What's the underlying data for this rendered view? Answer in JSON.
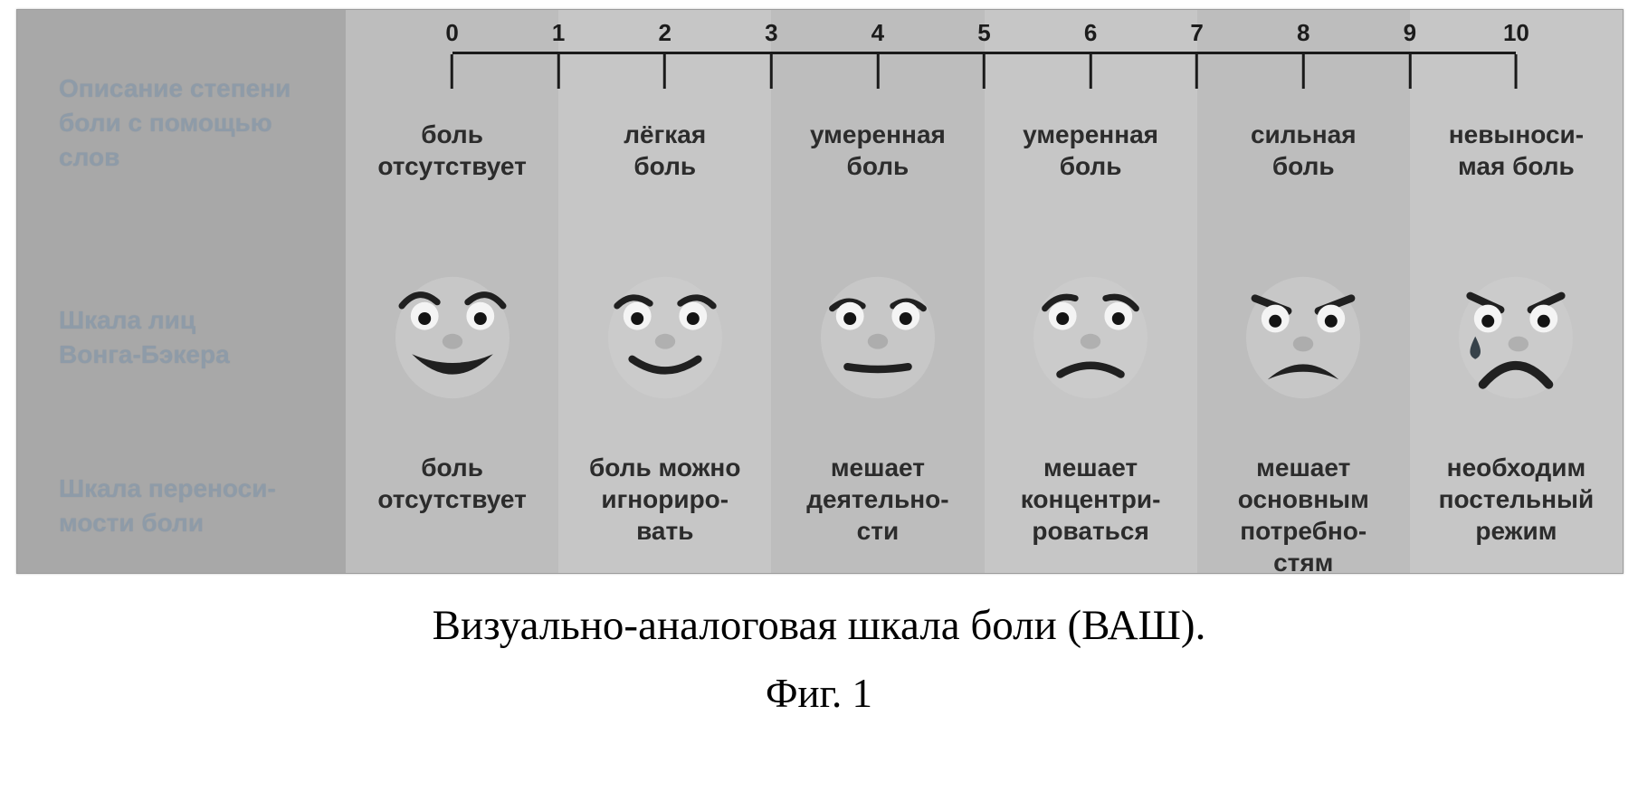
{
  "figure": {
    "caption": "Визуально-аналоговая шкала боли (ВАШ).",
    "label": "Фиг. 1"
  },
  "sidebar": {
    "words_label": "Описание степени\nболи с помощью\nслов",
    "faces_label": "Шкала лиц\nВонга-Бэкера",
    "tolerance_label": "Шкала переноси-\nмости боли"
  },
  "scale": {
    "ticks": [
      "0",
      "1",
      "2",
      "3",
      "4",
      "5",
      "6",
      "7",
      "8",
      "9",
      "10"
    ]
  },
  "columns": [
    {
      "word": "боль\nотсутствует",
      "face_icon": "smiling-wide-face-icon",
      "tolerance": "боль\nотсутствует"
    },
    {
      "word": "лёгкая\nболь",
      "face_icon": "smiling-face-icon",
      "tolerance": "боль можно\nигнориро-\nвать"
    },
    {
      "word": "умеренная\nболь",
      "face_icon": "neutral-face-icon",
      "tolerance": "мешает\nдеятельно-\nсти"
    },
    {
      "word": "умеренная\nболь",
      "face_icon": "worried-face-icon",
      "tolerance": "мешает\nконцентри-\nроваться"
    },
    {
      "word": "сильная\nболь",
      "face_icon": "sad-face-icon",
      "tolerance": "мешает\nосновным\nпотребно-\nстям"
    },
    {
      "word": "невыноси-\nмая боль",
      "face_icon": "crying-face-icon",
      "tolerance": "необходим\nпостельный\nрежим"
    }
  ],
  "colors": {
    "sidebar_bg": "#a8a8a8",
    "band_dark": "#bdbdbd",
    "band_light": "#c6c6c6",
    "sidebar_text": "#8e9ba8",
    "ink": "#1a1a1a"
  }
}
